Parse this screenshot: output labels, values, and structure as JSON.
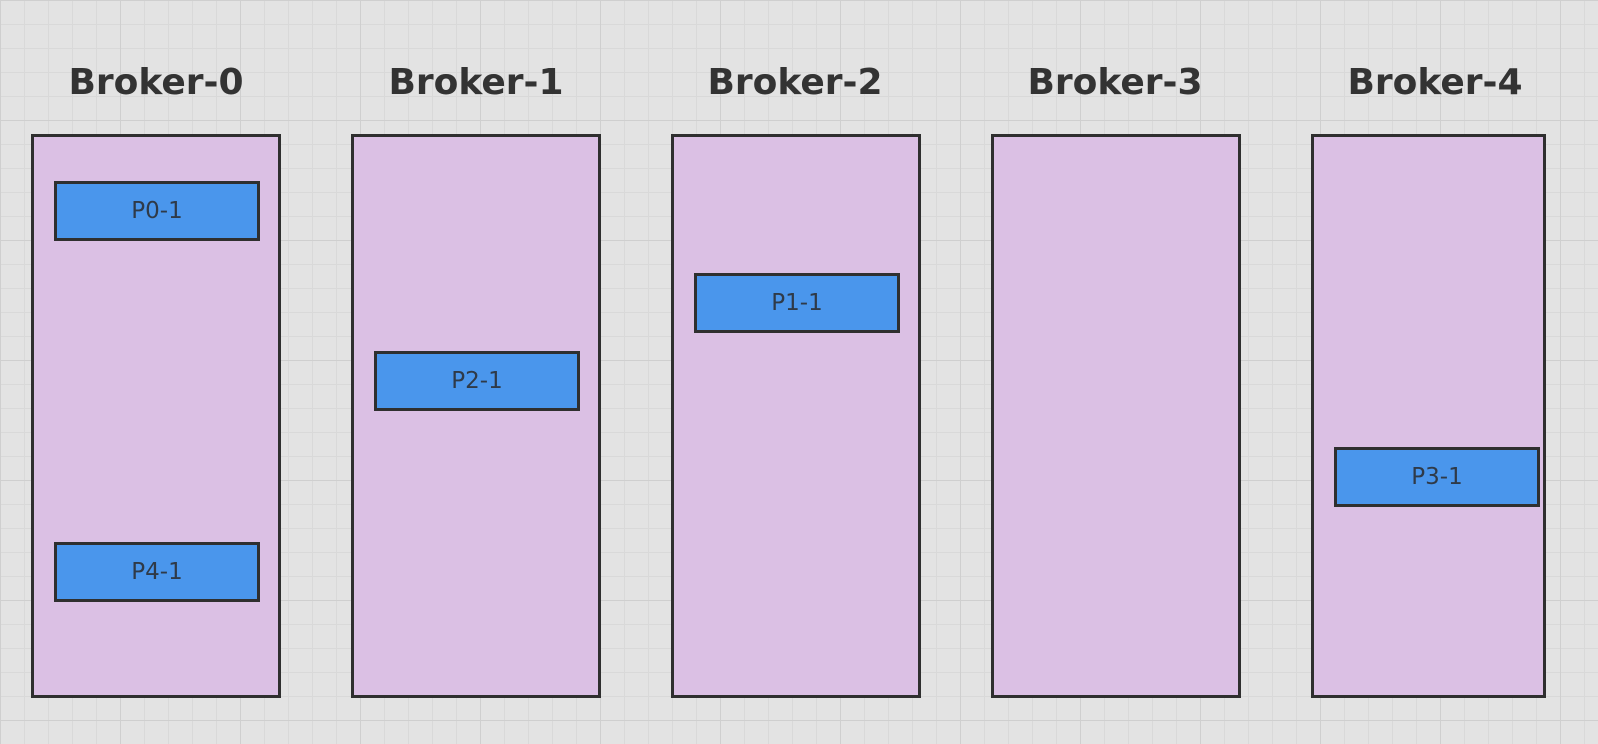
{
  "diagram": {
    "brokers": [
      {
        "name": "Broker-0",
        "partitions": [
          "P0-1",
          "P4-1"
        ]
      },
      {
        "name": "Broker-1",
        "partitions": [
          "P2-1"
        ]
      },
      {
        "name": "Broker-2",
        "partitions": [
          "P1-1"
        ]
      },
      {
        "name": "Broker-3",
        "partitions": []
      },
      {
        "name": "Broker-4",
        "partitions": [
          "P3-1"
        ]
      }
    ],
    "colors": {
      "background": "#e3e3e3",
      "broker_fill": "#dbc0e4",
      "partition_fill": "#4a96ec",
      "border": "#2f2f2f",
      "title_text": "#333333"
    }
  }
}
